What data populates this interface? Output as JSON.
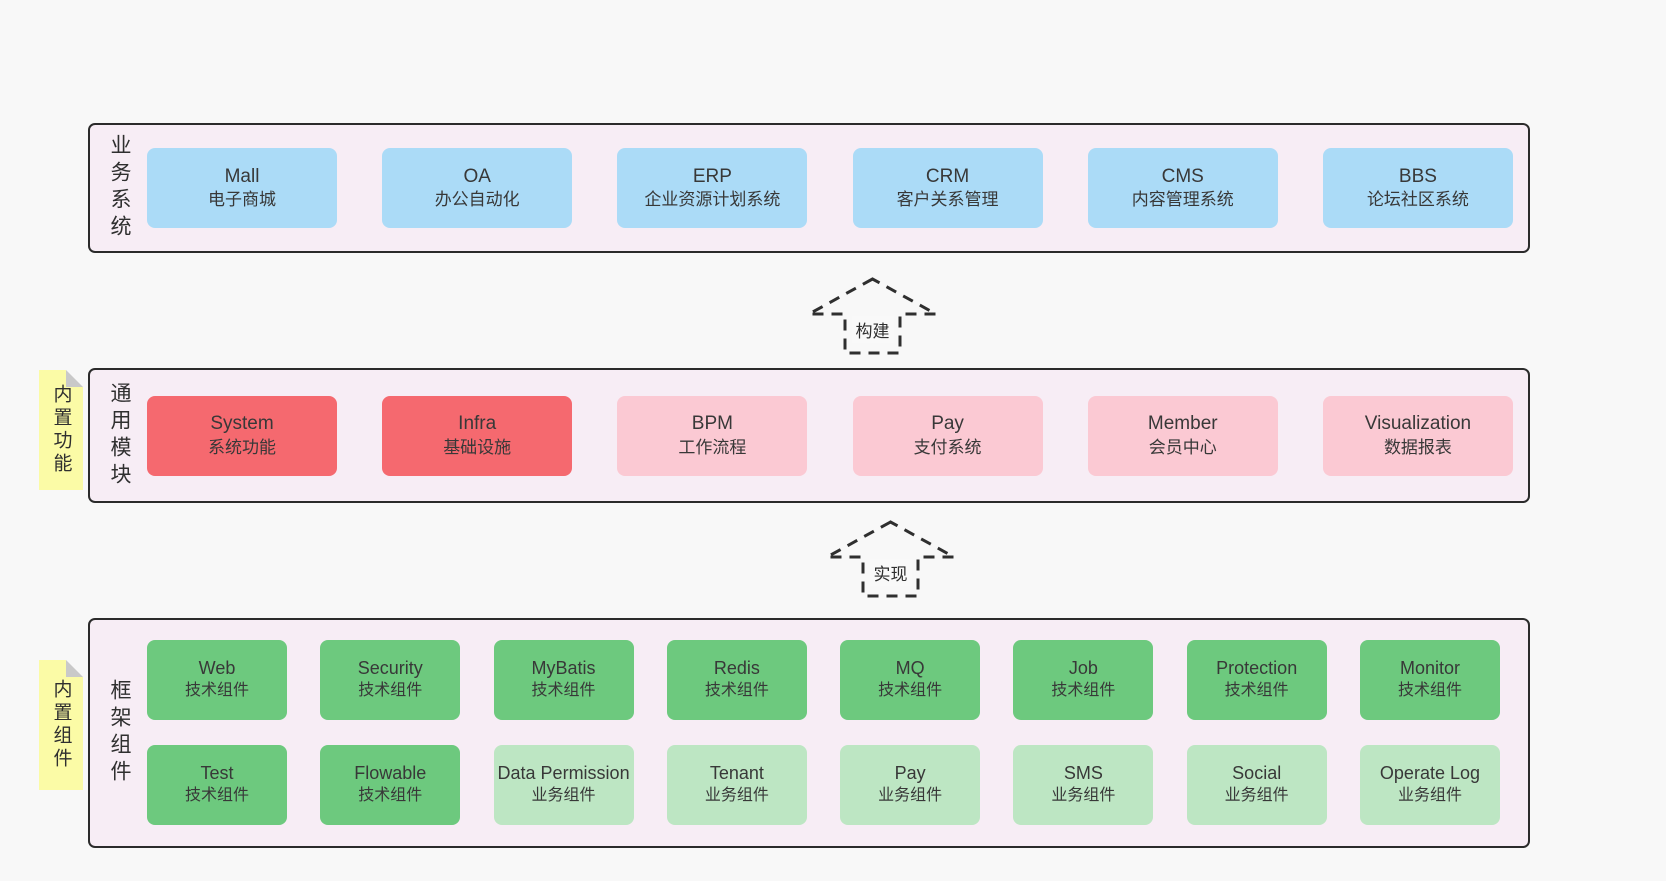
{
  "colors": {
    "page_bg": "#f8f8f8",
    "container_bg": "#f7edf5",
    "container_border": "#2b2b2b",
    "blue_box": "#abdbf7",
    "red_box": "#f5696f",
    "pink_box": "#fbc9d3",
    "green_dark_box": "#6dc97e",
    "green_light_box": "#bde6c3",
    "sticky_yellow": "#fbfba6"
  },
  "arrows": [
    {
      "label": "构建"
    },
    {
      "label": "实现"
    }
  ],
  "sections": {
    "business": {
      "label": "业务系统",
      "boxes": [
        {
          "en": "Mall",
          "zh": "电子商城"
        },
        {
          "en": "OA",
          "zh": "办公自动化"
        },
        {
          "en": "ERP",
          "zh": "企业资源计划系统"
        },
        {
          "en": "CRM",
          "zh": "客户关系管理"
        },
        {
          "en": "CMS",
          "zh": "内容管理系统"
        },
        {
          "en": "BBS",
          "zh": "论坛社区系统"
        }
      ]
    },
    "modules": {
      "label": "通用模块",
      "sticky": "内置功能",
      "boxes": [
        {
          "en": "System",
          "zh": "系统功能"
        },
        {
          "en": "Infra",
          "zh": "基础设施"
        },
        {
          "en": "BPM",
          "zh": "工作流程"
        },
        {
          "en": "Pay",
          "zh": "支付系统"
        },
        {
          "en": "Member",
          "zh": "会员中心"
        },
        {
          "en": "Visualization",
          "zh": "数据报表"
        }
      ]
    },
    "framework": {
      "label": "框架组件",
      "sticky": "内置组件",
      "row1": [
        {
          "en": "Web",
          "zh": "技术组件"
        },
        {
          "en": "Security",
          "zh": "技术组件"
        },
        {
          "en": "MyBatis",
          "zh": "技术组件"
        },
        {
          "en": "Redis",
          "zh": "技术组件"
        },
        {
          "en": "MQ",
          "zh": "技术组件"
        },
        {
          "en": "Job",
          "zh": "技术组件"
        },
        {
          "en": "Protection",
          "zh": "技术组件"
        },
        {
          "en": "Monitor",
          "zh": "技术组件"
        }
      ],
      "row2": [
        {
          "en": "Test",
          "zh": "技术组件"
        },
        {
          "en": "Flowable",
          "zh": "技术组件"
        },
        {
          "en": "Data Permission",
          "zh": "业务组件"
        },
        {
          "en": "Tenant",
          "zh": "业务组件"
        },
        {
          "en": "Pay",
          "zh": "业务组件"
        },
        {
          "en": "SMS",
          "zh": "业务组件"
        },
        {
          "en": "Social",
          "zh": "业务组件"
        },
        {
          "en": "Operate Log",
          "zh": "业务组件"
        }
      ]
    }
  }
}
